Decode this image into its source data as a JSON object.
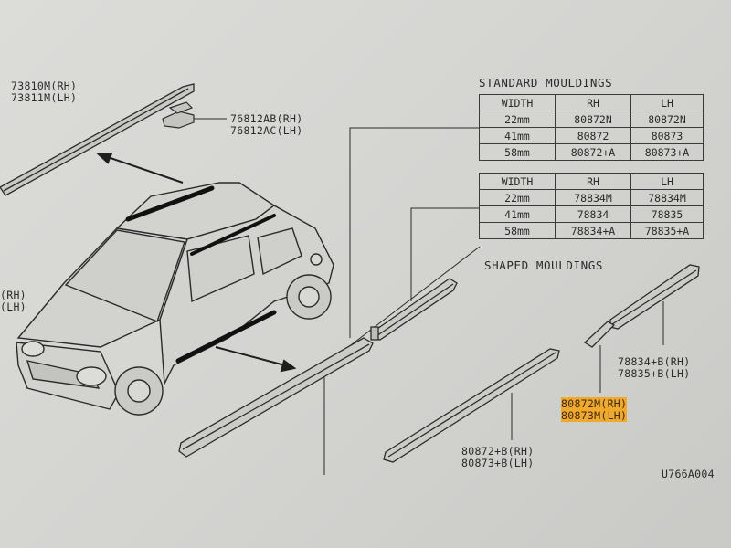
{
  "part_labels": {
    "roof_rh": "73810M(RH)",
    "roof_lh": "73811M(LH)",
    "clip_rh": "76812AB(RH)",
    "clip_lh": "76812AC(LH)",
    "left_rh": "(RH)",
    "left_lh": "(LH)",
    "shaped_upper_rh": "78834+B(RH)",
    "shaped_upper_lh": "78835+B(LH)",
    "shaped_mid_rh": "80872M(RH)",
    "shaped_mid_lh": "80873M(LH)",
    "shaped_lower_rh": "80872+B(RH)",
    "shaped_lower_lh": "80873+B(LH)"
  },
  "standard_mouldings": {
    "title": "STANDARD MOULDINGS",
    "table1": {
      "headers": [
        "WIDTH",
        "RH",
        "LH"
      ],
      "rows": [
        [
          "22mm",
          "80872N",
          "80872N"
        ],
        [
          "41mm",
          "80872",
          "80873"
        ],
        [
          "58mm",
          "80872+A",
          "80873+A"
        ]
      ]
    },
    "table2": {
      "headers": [
        "WIDTH",
        "RH",
        "LH"
      ],
      "rows": [
        [
          "22mm",
          "78834M",
          "78834M"
        ],
        [
          "41mm",
          "78834",
          "78835"
        ],
        [
          "58mm",
          "78834+A",
          "78835+A"
        ]
      ]
    }
  },
  "shaped_mouldings_title": "SHAPED MOULDINGS",
  "figure_code": "U766A004",
  "colors": {
    "paper": "#d6d6d3",
    "ink": "#2b2b2b",
    "highlight": "#f0a92a"
  }
}
